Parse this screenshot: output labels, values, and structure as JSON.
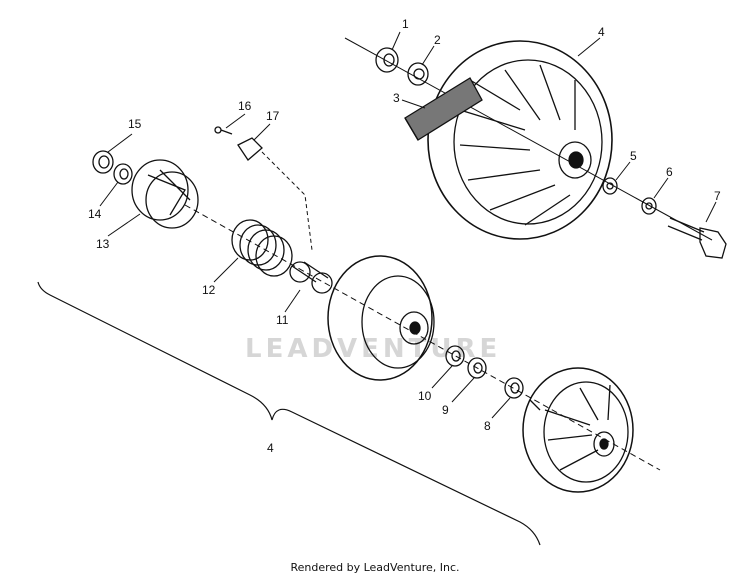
{
  "diagram": {
    "callouts": [
      {
        "id": "c1",
        "label": "1"
      },
      {
        "id": "c2",
        "label": "2"
      },
      {
        "id": "c3",
        "label": "3"
      },
      {
        "id": "c4",
        "label": "4"
      },
      {
        "id": "c5",
        "label": "5"
      },
      {
        "id": "c6",
        "label": "6"
      },
      {
        "id": "c7",
        "label": "7"
      },
      {
        "id": "c8",
        "label": "8"
      },
      {
        "id": "c9",
        "label": "9"
      },
      {
        "id": "c10",
        "label": "10"
      },
      {
        "id": "c11",
        "label": "11"
      },
      {
        "id": "c12",
        "label": "12"
      },
      {
        "id": "c13",
        "label": "13"
      },
      {
        "id": "c14",
        "label": "14"
      },
      {
        "id": "c15",
        "label": "15"
      },
      {
        "id": "c16",
        "label": "16"
      },
      {
        "id": "c17",
        "label": "17"
      },
      {
        "id": "c4b",
        "label": "4"
      }
    ]
  },
  "watermark": "LEADVENTURE",
  "footer": {
    "text": "Rendered by LeadVenture, Inc."
  }
}
